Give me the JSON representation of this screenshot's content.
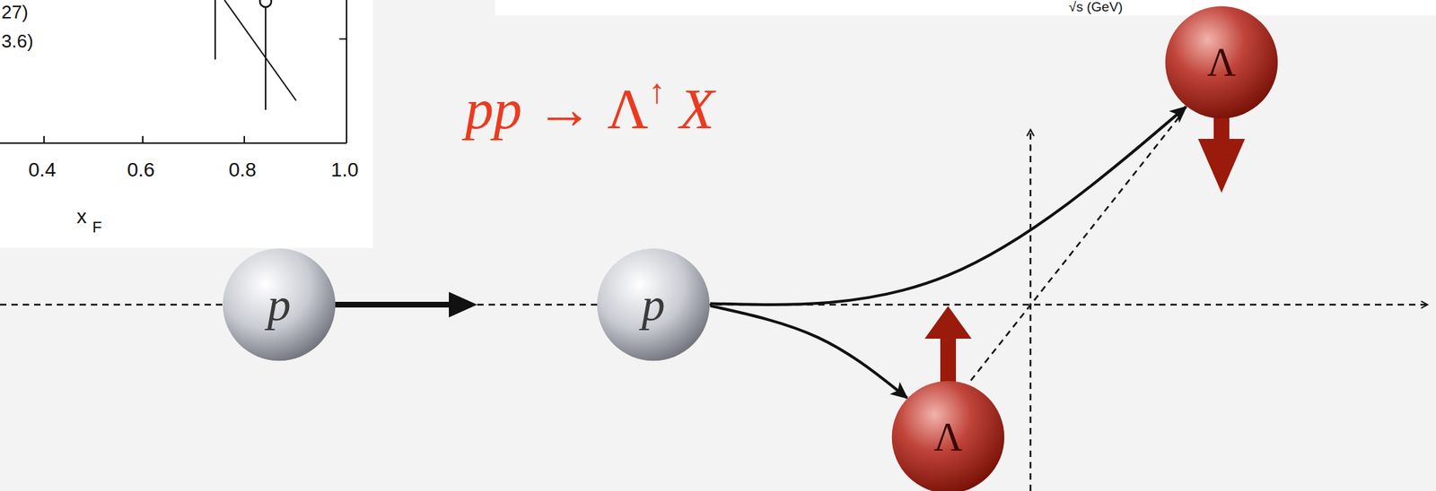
{
  "diagram": {
    "nodes": [
      {
        "text": [
          "p"
        ]
      },
      {
        "text": [
          "p"
        ]
      },
      {
        "text": [
          "Λ"
        ]
      },
      {
        "text": [
          "Λ"
        ]
      }
    ],
    "edges": [
      {
        "from": 1,
        "to": 2,
        "arrow": "to"
      },
      {
        "from": 1,
        "to": 3,
        "arrow": "to"
      }
    ],
    "labels": [
      "27)",
      "3.6)",
      "√s (GeV)",
      "pp → Λ↑ X",
      "0.4",
      "0.6",
      "0.8",
      "1.0",
      "x",
      "F"
    ]
  }
}
